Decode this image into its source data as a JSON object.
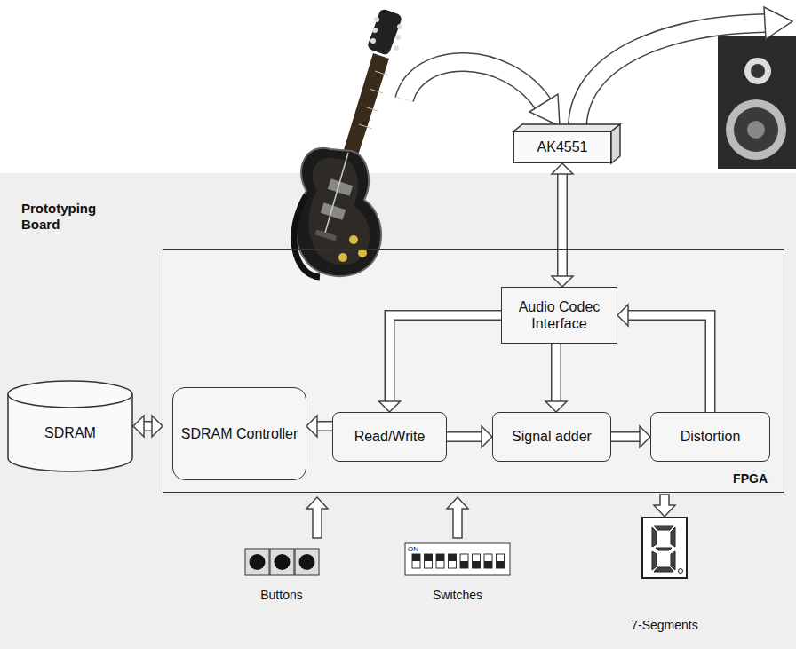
{
  "diagram": {
    "nodes": [
      {
        "text": [
          "AK4551"
        ]
      },
      {
        "text": [
          "SDRAM"
        ]
      },
      {
        "text": [
          "FPGA"
        ]
      },
      {
        "text": [
          "Audio Codec Interface"
        ],
        "in": 2
      },
      {
        "text": [
          "SDRAM Controller"
        ],
        "in": 2
      },
      {
        "text": [
          "Read/Write"
        ],
        "in": 2
      },
      {
        "text": [
          "Signal adder"
        ],
        "in": 2
      },
      {
        "text": [
          "Distortion"
        ],
        "in": 2
      }
    ],
    "edges": [
      {
        "from": 0,
        "to": 3,
        "arrow": "both"
      },
      {
        "from": 1,
        "to": 2,
        "arrow": "both"
      },
      {
        "from": 3,
        "to": 5,
        "arrow": "to"
      },
      {
        "from": 3,
        "to": 6,
        "arrow": "to"
      },
      {
        "from": 5,
        "to": 4,
        "arrow": "to"
      },
      {
        "from": 5,
        "to": 6,
        "arrow": "to"
      },
      {
        "from": 6,
        "to": 7,
        "arrow": "to"
      },
      {
        "from": 7,
        "to": 3,
        "arrow": "to"
      }
    ],
    "labels": [
      "Prototyping Board",
      "ON",
      "Buttons",
      "Switches",
      "7-Segments"
    ]
  }
}
